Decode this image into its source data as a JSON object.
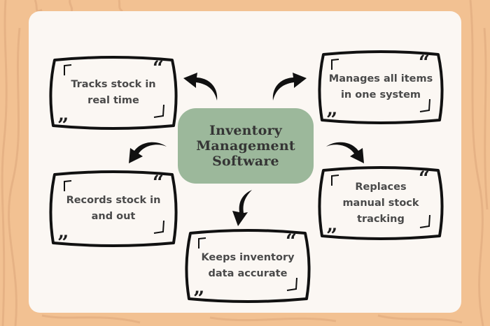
{
  "diagram": {
    "center": {
      "title": "Inventory\nManagement\nSoftware"
    },
    "colors": {
      "background": "#f2c192",
      "card": "#fbf7f3",
      "center_fill": "#9cb89b",
      "text": "#4a4a4a",
      "outline": "#111111"
    },
    "nodes": [
      {
        "id": "top-left",
        "text": "Tracks stock in\nreal time"
      },
      {
        "id": "top-right",
        "text": "Manages all items\nin one system"
      },
      {
        "id": "mid-left",
        "text": "Records stock in\nand out"
      },
      {
        "id": "mid-right",
        "text": "Replaces\nmanual stock\ntracking"
      },
      {
        "id": "bottom",
        "text": "Keeps inventory\ndata accurate"
      }
    ],
    "quote_open": "“",
    "quote_close": "”"
  }
}
